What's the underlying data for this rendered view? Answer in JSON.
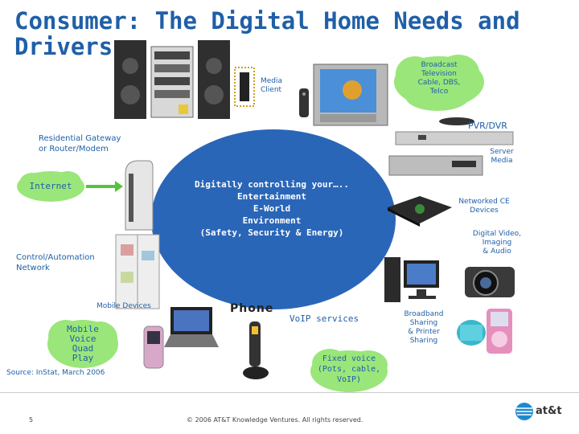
{
  "title": "Consumer: The Digital Home Needs and Drivers",
  "center": {
    "lines": [
      "Digitally controlling your…..",
      "Entertainment",
      "E-World",
      "Environment",
      "(Safety, Security & Energy)"
    ]
  },
  "labels": {
    "broadcast": [
      "Broadcast",
      "Television",
      "Cable, DBS,",
      "Telco"
    ],
    "media_client": [
      "Media",
      "Client"
    ],
    "pvr": "PVR/DVR",
    "gateway": [
      "Residential Gateway",
      "or Router/Modem"
    ],
    "server_media": [
      "Server",
      "Media"
    ],
    "internet": "Internet",
    "networked_ce": [
      "Networked CE",
      "Devices"
    ],
    "digital_video": [
      "Digital Video,",
      "Imaging",
      "& Audio"
    ],
    "control": [
      "Control/Automation",
      "Network"
    ],
    "mobile_devices": "Mobile Devices",
    "phone": "Phone",
    "voip": "VoIP services",
    "broadband": [
      "Broadband",
      "Sharing",
      "& Printer",
      "Sharing"
    ],
    "mobile_voice": [
      "Mobile",
      "Voice",
      "Quad",
      "Play"
    ],
    "fixed_voice": [
      "Fixed voice",
      "(Pots, cable,",
      "VoIP)"
    ],
    "source": "Source: InStat, March 2006"
  },
  "footer": {
    "page": "5",
    "copyright": "© 2006 AT&T Knowledge Ventures. All rights reserved.",
    "logo": "at&t"
  },
  "colors": {
    "title": "#1f5fa8",
    "circle": "#2a66b8",
    "cloud": "#9ae67a",
    "arrow": "#55c43a",
    "label": "#1f5fa8"
  }
}
